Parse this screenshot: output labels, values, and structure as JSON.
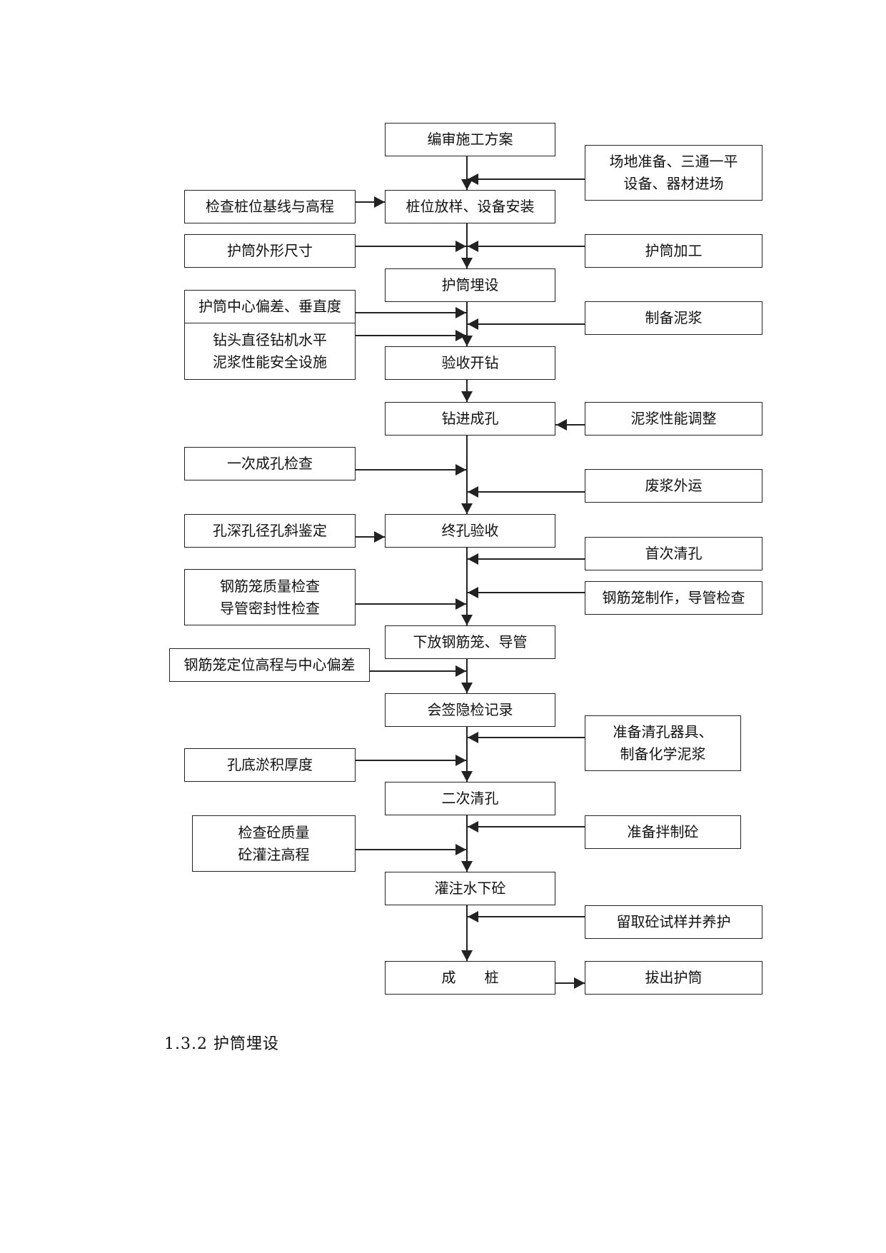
{
  "main": [
    "编审施工方案",
    "桩位放样、设备安装",
    "护筒埋设",
    "验收开钻",
    "钻进成孔",
    "终孔验收",
    "下放钢筋笼、导管",
    "会签隐检记录",
    "二次清孔",
    "灌注水下砼",
    "成　　桩"
  ],
  "left": [
    "检查桩位基线与高程",
    "护筒外形尺寸",
    "护筒中心偏差、垂直度",
    "钻头直径钻机水平\n泥浆性能安全设施",
    "一次成孔检查",
    "孔深孔径孔斜鉴定",
    "钢筋笼质量检查\n导管密封性检查",
    "钢筋笼定位高程与中心偏差",
    "孔底淤积厚度",
    "检查砼质量\n砼灌注高程"
  ],
  "right": [
    "场地准备、三通一平\n设备、器材进场",
    "护筒加工",
    "制备泥浆",
    "泥浆性能调整",
    "废浆外运",
    "首次清孔",
    "钢筋笼制作，导管检查",
    "准备清孔器具、\n制备化学泥浆",
    "准备拌制砼",
    "留取砼试样并养护",
    "拔出护筒"
  ],
  "caption": "1.3.2 护筒埋设"
}
